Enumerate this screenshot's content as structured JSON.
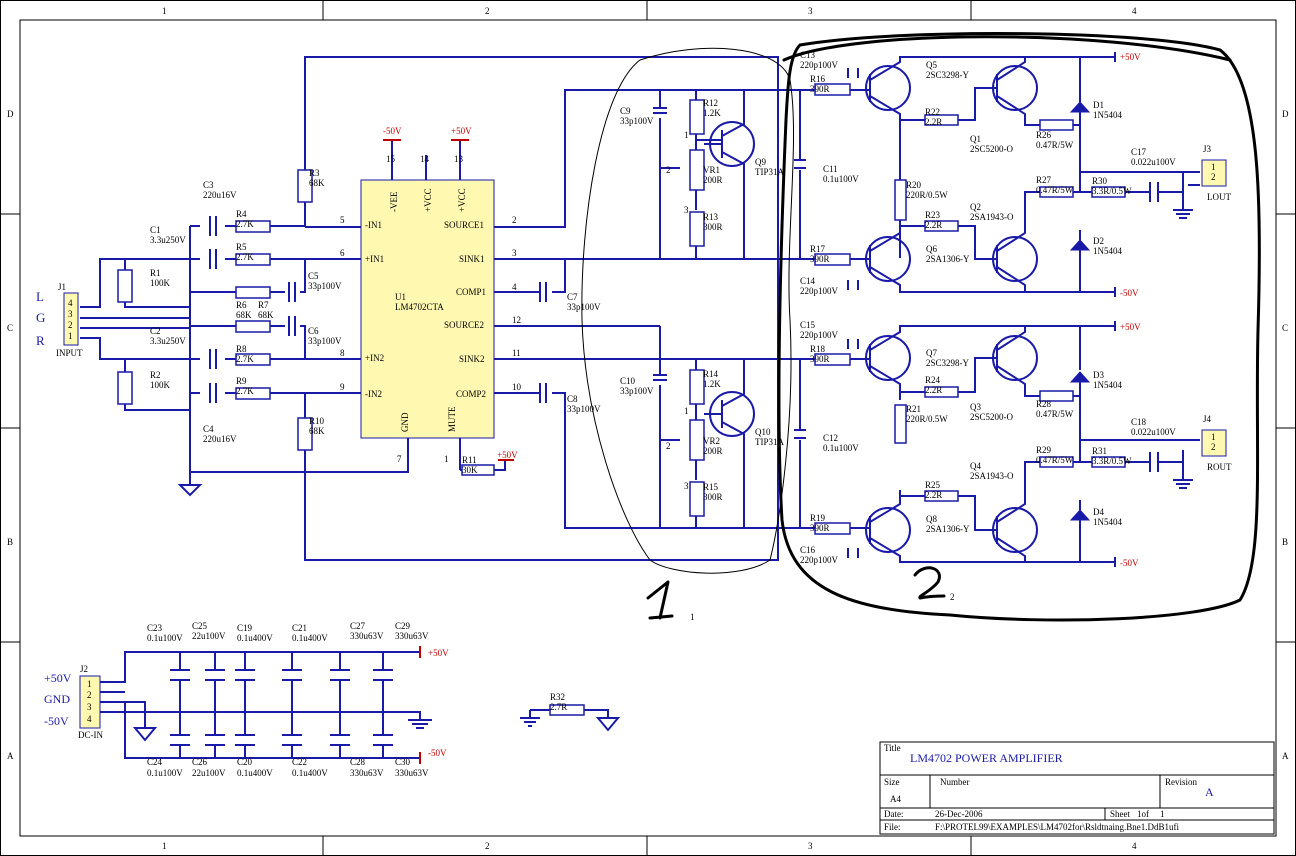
{
  "frame": {
    "cols": [
      "1",
      "2",
      "3",
      "4"
    ],
    "rows": [
      "D",
      "C",
      "B",
      "A"
    ]
  },
  "ic": {
    "ref": "U1",
    "part": "LM4702CTA",
    "pins_left": [
      "-IN1",
      "+IN1",
      "+IN2",
      "-IN2"
    ],
    "pins_left_num": [
      "5",
      "6",
      "8",
      "9"
    ],
    "pins_right": [
      "SOURCE1",
      "SINK1",
      "COMP1",
      "SOURCE2",
      "SINK2",
      "COMP2"
    ],
    "pins_right_num": [
      "2",
      "3",
      "4",
      "12",
      "11",
      "10"
    ],
    "pins_top": [
      "-VEE",
      "+VCC",
      "+VCC"
    ],
    "pins_top_num": [
      "15",
      "14",
      "13"
    ],
    "pins_bottom": [
      "GND",
      "MUTE"
    ],
    "pins_bottom_num": [
      "7",
      "1"
    ]
  },
  "rails": {
    "neg": "-50V",
    "pos": "+50V"
  },
  "input": {
    "ref": "J1",
    "name": "INPUT",
    "pins": [
      "4",
      "3",
      "2",
      "1"
    ],
    "letters": [
      "L",
      "G",
      "R"
    ]
  },
  "dcin": {
    "ref": "J2",
    "name": "DC-IN",
    "pins": [
      "1",
      "2",
      "3",
      "4"
    ],
    "labels": [
      "+50V",
      "GND",
      "-50V"
    ]
  },
  "lout": {
    "ref": "J3",
    "name": "LOUT",
    "pins": [
      "1",
      "2"
    ]
  },
  "rout": {
    "ref": "J4",
    "name": "ROUT",
    "pins": [
      "1",
      "2"
    ]
  },
  "components": [
    {
      "ref": "C1",
      "val": "3.3u250V"
    },
    {
      "ref": "C2",
      "val": "3.3u250V"
    },
    {
      "ref": "C3",
      "val": "220u16V"
    },
    {
      "ref": "C4",
      "val": "220u16V"
    },
    {
      "ref": "C5",
      "val": "33p100V"
    },
    {
      "ref": "C6",
      "val": "33p100V"
    },
    {
      "ref": "C7",
      "val": "33p100V"
    },
    {
      "ref": "C8",
      "val": "33p100V"
    },
    {
      "ref": "C9",
      "val": "33p100V"
    },
    {
      "ref": "C10",
      "val": "33p100V"
    },
    {
      "ref": "C11",
      "val": "0.1u100V"
    },
    {
      "ref": "C12",
      "val": "0.1u100V"
    },
    {
      "ref": "C13",
      "val": "220p100V"
    },
    {
      "ref": "C14",
      "val": "220p100V"
    },
    {
      "ref": "C15",
      "val": "220p100V"
    },
    {
      "ref": "C16",
      "val": "220p100V"
    },
    {
      "ref": "C17",
      "val": "0.022u100V"
    },
    {
      "ref": "C18",
      "val": "0.022u100V"
    },
    {
      "ref": "R1",
      "val": "100K"
    },
    {
      "ref": "R2",
      "val": "100K"
    },
    {
      "ref": "R3",
      "val": "68K"
    },
    {
      "ref": "R4",
      "val": "2.7K"
    },
    {
      "ref": "R5",
      "val": "2.7K"
    },
    {
      "ref": "R6",
      "val": "68K"
    },
    {
      "ref": "R7",
      "val": "68K"
    },
    {
      "ref": "R8",
      "val": "2.7K"
    },
    {
      "ref": "R9",
      "val": "2.7K"
    },
    {
      "ref": "R10",
      "val": "68K"
    },
    {
      "ref": "R11",
      "val": "30K"
    },
    {
      "ref": "R12",
      "val": "1.2K"
    },
    {
      "ref": "R13",
      "val": "300R"
    },
    {
      "ref": "R14",
      "val": "1.2K"
    },
    {
      "ref": "R15",
      "val": "300R"
    },
    {
      "ref": "R16",
      "val": "390R"
    },
    {
      "ref": "R17",
      "val": "390R"
    },
    {
      "ref": "R18",
      "val": "390R"
    },
    {
      "ref": "R19",
      "val": "390R"
    },
    {
      "ref": "R20",
      "val": "220R/0.5W"
    },
    {
      "ref": "R21",
      "val": "220R/0.5W"
    },
    {
      "ref": "R22",
      "val": "2.2R"
    },
    {
      "ref": "R23",
      "val": "2.2R"
    },
    {
      "ref": "R24",
      "val": "2.2R"
    },
    {
      "ref": "R25",
      "val": "2.2R"
    },
    {
      "ref": "R26",
      "val": "0.47R/5W"
    },
    {
      "ref": "R27",
      "val": "0.47R/5W"
    },
    {
      "ref": "R28",
      "val": "0.47R/5W"
    },
    {
      "ref": "R29",
      "val": "0.47R/5W"
    },
    {
      "ref": "R30",
      "val": "3.3R/0.5W"
    },
    {
      "ref": "R31",
      "val": "3.3R/0.5W"
    },
    {
      "ref": "R32",
      "val": "2.7R"
    },
    {
      "ref": "VR1",
      "val": "200R"
    },
    {
      "ref": "VR2",
      "val": "200R"
    },
    {
      "ref": "Q9",
      "val": "TIP31A"
    },
    {
      "ref": "Q10",
      "val": "TIP31A"
    },
    {
      "ref": "Q5",
      "val": "2SC3298-Y"
    },
    {
      "ref": "Q6",
      "val": "2SA1306-Y"
    },
    {
      "ref": "Q7",
      "val": "2SC3298-Y"
    },
    {
      "ref": "Q8",
      "val": "2SA1306-Y"
    },
    {
      "ref": "Q1",
      "val": "2SC5200-O"
    },
    {
      "ref": "Q2",
      "val": "2SA1943-O"
    },
    {
      "ref": "Q3",
      "val": "2SC5200-O"
    },
    {
      "ref": "Q4",
      "val": "2SA1943-O"
    },
    {
      "ref": "D1",
      "val": "1N5404"
    },
    {
      "ref": "D2",
      "val": "1N5404"
    },
    {
      "ref": "D3",
      "val": "1N5404"
    },
    {
      "ref": "D4",
      "val": "1N5404"
    }
  ],
  "psu_caps": [
    {
      "ref": "C23",
      "val": "0.1u100V"
    },
    {
      "ref": "C25",
      "val": "22u100V"
    },
    {
      "ref": "C19",
      "val": "0.1u400V"
    },
    {
      "ref": "C21",
      "val": "0.1u400V"
    },
    {
      "ref": "C27",
      "val": "330u63V"
    },
    {
      "ref": "C29",
      "val": "330u63V"
    },
    {
      "ref": "C24",
      "val": "0.1u100V"
    },
    {
      "ref": "C26",
      "val": "22u100V"
    },
    {
      "ref": "C20",
      "val": "0.1u400V"
    },
    {
      "ref": "C22",
      "val": "0.1u400V"
    },
    {
      "ref": "C28",
      "val": "330u63V"
    },
    {
      "ref": "C30",
      "val": "330u63V"
    }
  ],
  "pot_pins": [
    "1",
    "2",
    "3"
  ],
  "hand_marks": [
    "1",
    "2"
  ],
  "title_block": {
    "title_label": "Title",
    "title": "LM4702 POWER AMPLIFIER",
    "size_label": "Size",
    "size": "A4",
    "number_label": "Number",
    "revision_label": "Revision",
    "revision": "A",
    "date_label": "Date:",
    "date": "26-Dec-2006",
    "sheet_label": "Sheet",
    "sheet": "1of",
    "sheet_total": "1",
    "file_label": "File:",
    "file": "F:\\PROTEL99\\EXAMPLES\\LM4702for\\Rsldtnaing.Bne1.DdB1ufi"
  }
}
